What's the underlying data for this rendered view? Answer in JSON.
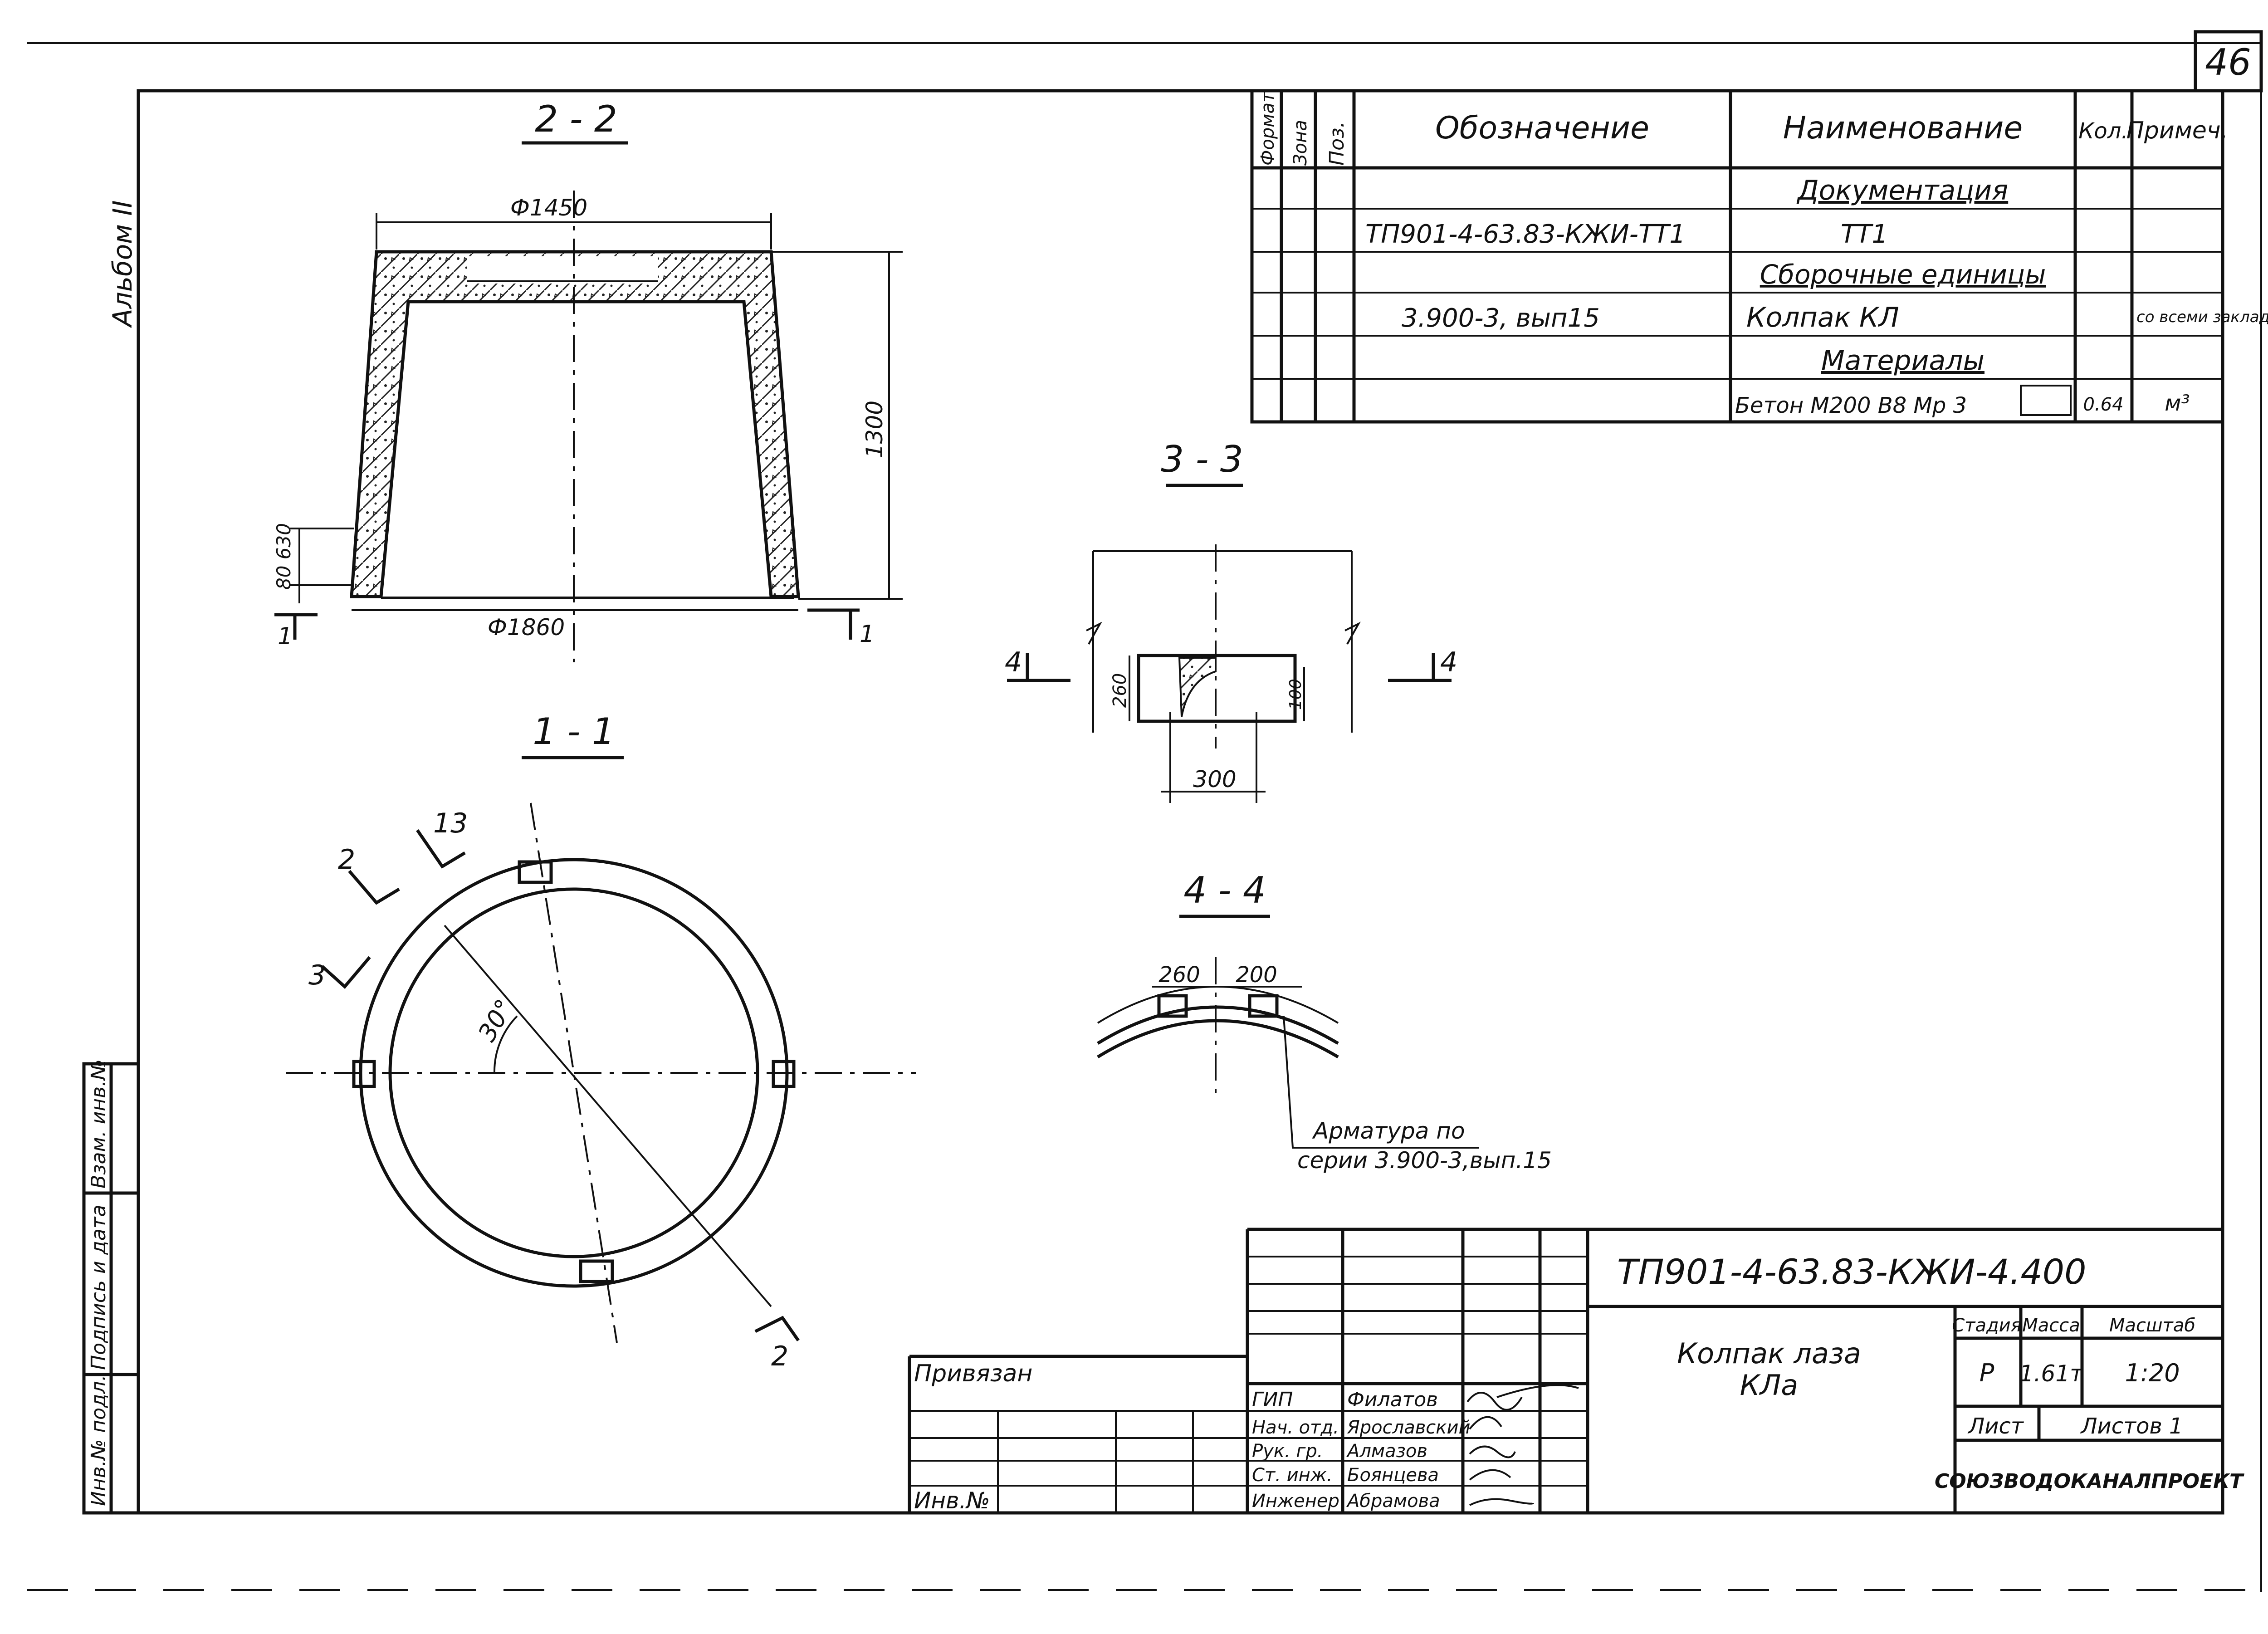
{
  "sheet_number": "46",
  "album_label": "Альбом II",
  "spec_table": {
    "headers": {
      "format": "Формат",
      "zone": "Зона",
      "pos": "Поз.",
      "designation": "Обозначение",
      "name": "Наименование",
      "qty": "Кол.",
      "note": "Примеч."
    },
    "rows": [
      {
        "designation": "",
        "name": "Документация",
        "qty": "",
        "note": ""
      },
      {
        "designation": "ТП901-4-63.83-КЖИ-ТТ1",
        "name": "ТТ1",
        "qty": "",
        "note": ""
      },
      {
        "designation": "",
        "name": "Сборочные единицы",
        "qty": "",
        "note": ""
      },
      {
        "designation": "3.900-3, вып15",
        "name": "Колпак КЛ",
        "qty": "",
        "note": "со всеми заклади."
      },
      {
        "designation": "",
        "name": "Материалы",
        "qty": "",
        "note": ""
      },
      {
        "designation": "",
        "name": "Бетон М200 В8 Мр 3",
        "qty": "0.64",
        "note": "м³"
      }
    ]
  },
  "views": {
    "section_2_2": {
      "label": "2 - 2",
      "top_diameter": "Ф1450",
      "bottom_diameter": "Ф1860",
      "height": "1300",
      "left_dims": "80 630",
      "cut_mark": "1"
    },
    "section_1_1": {
      "label": "1 - 1",
      "angle": "30°",
      "mark_2": "2",
      "mark_3": "3",
      "mark_13": "13"
    },
    "section_3_3": {
      "label": "3 - 3",
      "width": "300",
      "height_left": "260",
      "height_right": "100",
      "mark_left": "4",
      "mark_right": "4"
    },
    "section_4_4": {
      "label": "4 - 4",
      "dim_a": "260",
      "dim_b": "200",
      "note_line1": "Арматура по",
      "note_line2": "серии 3.900-3,вып.15"
    }
  },
  "title_block": {
    "code": "ТП901-4-63.83-КЖИ-4.400",
    "title_line1": "Колпак лаза",
    "title_line2": "КЛа",
    "stage_header": "Стадия",
    "mass_header": "Масса",
    "scale_header": "Масштаб",
    "stage": "Р",
    "mass": "1.61т",
    "scale": "1:20",
    "sheet_label": "Лист",
    "sheets_label": "Листов 1",
    "organization": "СОЮЗВОДОКАНАЛПРОЕКТ",
    "linked_label": "Привязан",
    "inv_label": "Инв.№",
    "roles": [
      {
        "role": "ГИП",
        "name": "Филатов"
      },
      {
        "role": "Нач. отд.",
        "name": "Ярославский"
      },
      {
        "role": "Рук. гр.",
        "name": "Алмазов"
      },
      {
        "role": "Ст. инж.",
        "name": "Боянцева"
      },
      {
        "role": "Инженер",
        "name": "Абрамова"
      }
    ]
  },
  "side_stamp": {
    "cell1": "Взам. инв.№",
    "cell2": "Подпись и дата",
    "cell3": "Инв.№ подл."
  }
}
